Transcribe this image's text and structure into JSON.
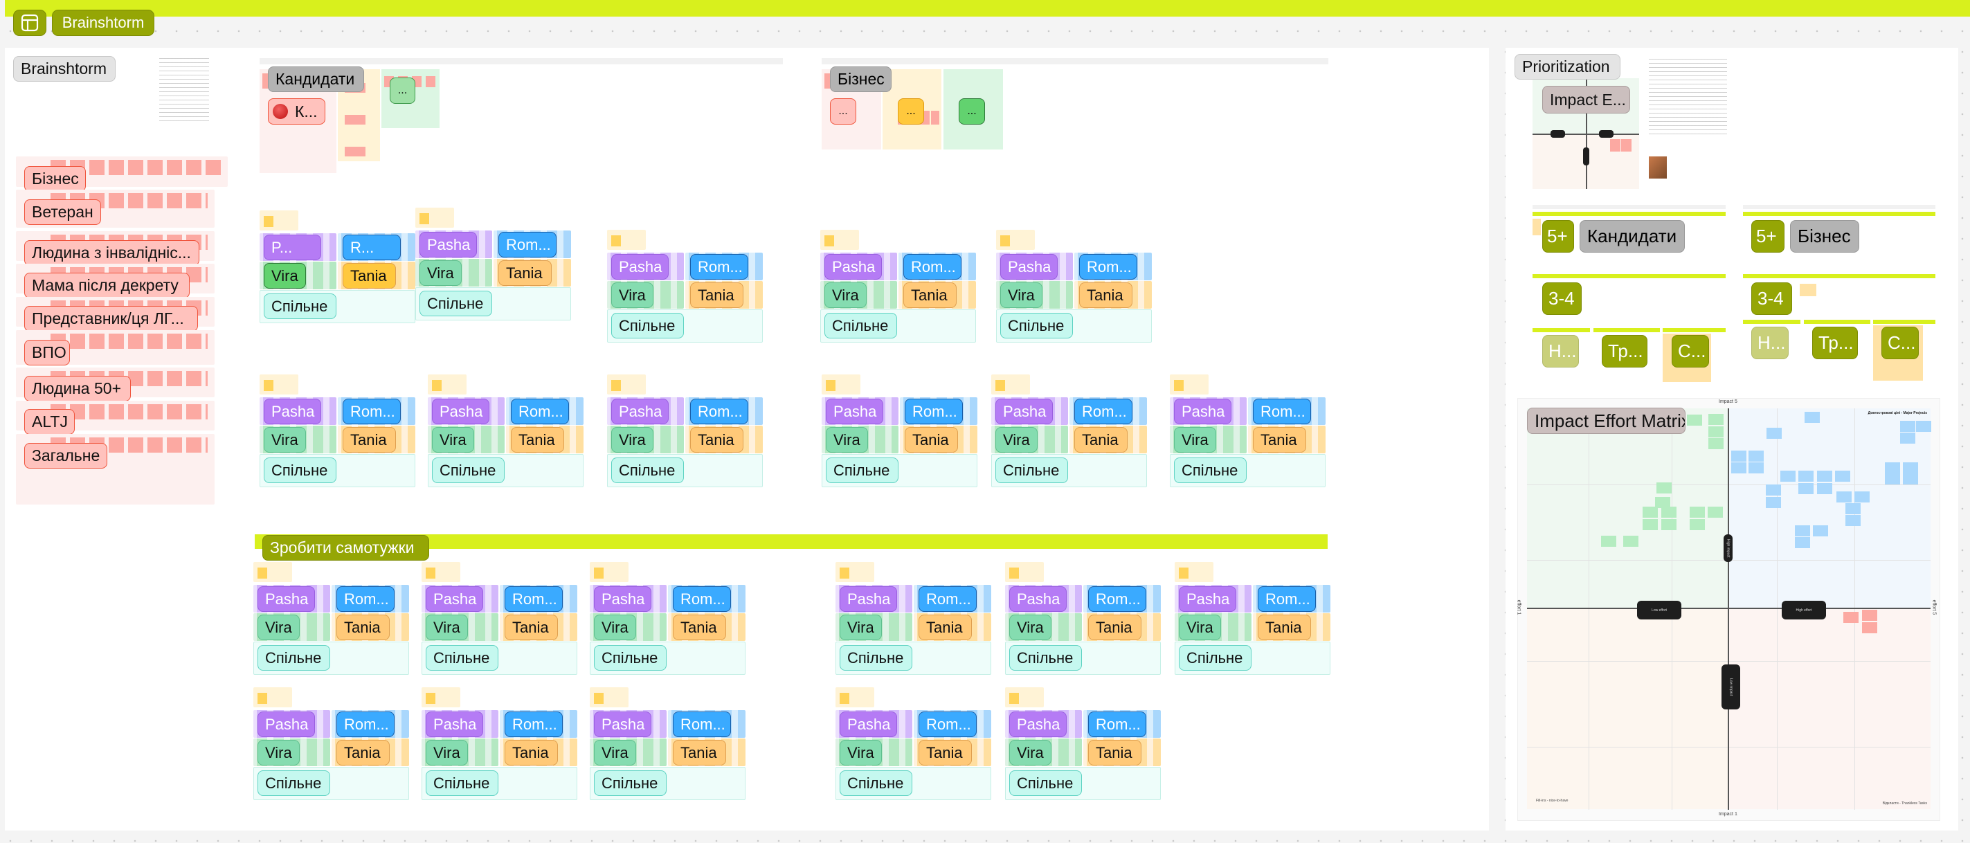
{
  "header": {
    "layout_icon": "layout-icon",
    "board_title": "Brainshtorm"
  },
  "brainstorm": {
    "title": "Brainshtorm",
    "segments": [
      "Бізнес",
      "Ветеран",
      "Людина з інвалідніс...",
      "Мама після декрету",
      "Представник/ця ЛГ...",
      "ВПО",
      "Людина 50+",
      "ALTJ",
      "Загальне"
    ]
  },
  "candidates_group": {
    "title": "Кандидати",
    "badge": "К...",
    "more": "..."
  },
  "business_group": {
    "title": "Бізнес",
    "badges": [
      "...",
      "...",
      "..."
    ]
  },
  "clusters": [
    [
      {
        "pasha": "P...",
        "roman": "R...",
        "vira": "Vira",
        "tania": "Tania",
        "common": "Спільне"
      },
      {
        "pasha": "Pasha",
        "roman": "Rom...",
        "vira": "Vira",
        "tania": "Tania",
        "common": "Спільне"
      },
      {
        "pasha": "Pasha",
        "roman": "Rom...",
        "vira": "Vira",
        "tania": "Tania",
        "common": "Спільне"
      },
      {
        "pasha": "Pasha",
        "roman": "Rom...",
        "vira": "Vira",
        "tania": "Tania",
        "common": "Спільне"
      },
      {
        "pasha": "Pasha",
        "roman": "Rom...",
        "vira": "Vira",
        "tania": "Tania",
        "common": "Спільне"
      }
    ],
    [
      {
        "pasha": "Pasha",
        "roman": "Rom...",
        "vira": "Vira",
        "tania": "Tania",
        "common": "Спільне"
      },
      {
        "pasha": "Pasha",
        "roman": "Rom...",
        "vira": "Vira",
        "tania": "Tania",
        "common": "Спільне"
      },
      {
        "pasha": "Pasha",
        "roman": "Rom...",
        "vira": "Vira",
        "tania": "Tania",
        "common": "Спільне"
      },
      {
        "pasha": "Pasha",
        "roman": "Rom...",
        "vira": "Vira",
        "tania": "Tania",
        "common": "Спільне"
      },
      {
        "pasha": "Pasha",
        "roman": "Rom...",
        "vira": "Vira",
        "tania": "Tania",
        "common": "Спільне"
      },
      {
        "pasha": "Pasha",
        "roman": "Rom...",
        "vira": "Vira",
        "tania": "Tania",
        "common": "Спільне"
      }
    ],
    [
      {
        "pasha": "Pasha",
        "roman": "Rom...",
        "vira": "Vira",
        "tania": "Tania",
        "common": "Спільне"
      },
      {
        "pasha": "Pasha",
        "roman": "Rom...",
        "vira": "Vira",
        "tania": "Tania",
        "common": "Спільне"
      },
      {
        "pasha": "Pasha",
        "roman": "Rom...",
        "vira": "Vira",
        "tania": "Tania",
        "common": "Спільне"
      },
      {
        "pasha": "Pasha",
        "roman": "Rom...",
        "vira": "Vira",
        "tania": "Tania",
        "common": "Спільне"
      },
      {
        "pasha": "Pasha",
        "roman": "Rom...",
        "vira": "Vira",
        "tania": "Tania",
        "common": "Спільне"
      },
      {
        "pasha": "Pasha",
        "roman": "Rom...",
        "vira": "Vira",
        "tania": "Tania",
        "common": "Спільне"
      }
    ],
    [
      {
        "pasha": "Pasha",
        "roman": "Rom...",
        "vira": "Vira",
        "tania": "Tania",
        "common": "Спільне"
      },
      {
        "pasha": "Pasha",
        "roman": "Rom...",
        "vira": "Vira",
        "tania": "Tania",
        "common": "Спільне"
      },
      {
        "pasha": "Pasha",
        "roman": "Rom...",
        "vira": "Vira",
        "tania": "Tania",
        "common": "Спільне"
      },
      {
        "pasha": "Pasha",
        "roman": "Rom...",
        "vira": "Vira",
        "tania": "Tania",
        "common": "Спільне"
      },
      {
        "pasha": "Pasha",
        "roman": "Rom...",
        "vira": "Vira",
        "tania": "Tania",
        "common": "Спільне"
      }
    ]
  ],
  "diy_section": {
    "title": "Зробити самотужки"
  },
  "prioritization": {
    "title": "Prioritization",
    "matrix_thumb_label": "Impact E...",
    "candidates": {
      "title": "Кандидати",
      "tier_top": "5+",
      "tier_mid": "3-4",
      "tier_low": [
        "Н...",
        "Тр...",
        "С..."
      ]
    },
    "business": {
      "title": "Бізнес",
      "tier_top": "5+",
      "tier_mid": "3-4",
      "tier_low": [
        "Н...",
        "Тр...",
        "С..."
      ]
    }
  },
  "matrix": {
    "title": "Impact Effort Matrix",
    "impact_top": "Impact 5",
    "impact_bottom": "Impact 1",
    "effort_left": "effort 1",
    "effort_right": "effort 5",
    "low_effort": "Low effort",
    "high_effort": "High effort",
    "high_impact": "High impact",
    "low_impact": "Low impact",
    "corner_top_right": "Довгострокові цілі - Major Projects",
    "corner_bottom_left": "Fill-ins - nice-to-have",
    "corner_bottom_right": "Відкласти - Thankless Tasks"
  },
  "colors": {
    "lime": "#d8f01d",
    "olive": "#95a605",
    "pasha": "#b57bf5",
    "roman": "#3aaaff",
    "vira": "#85dcb0",
    "tania": "#ffc978",
    "common": "#c5f8ef"
  }
}
